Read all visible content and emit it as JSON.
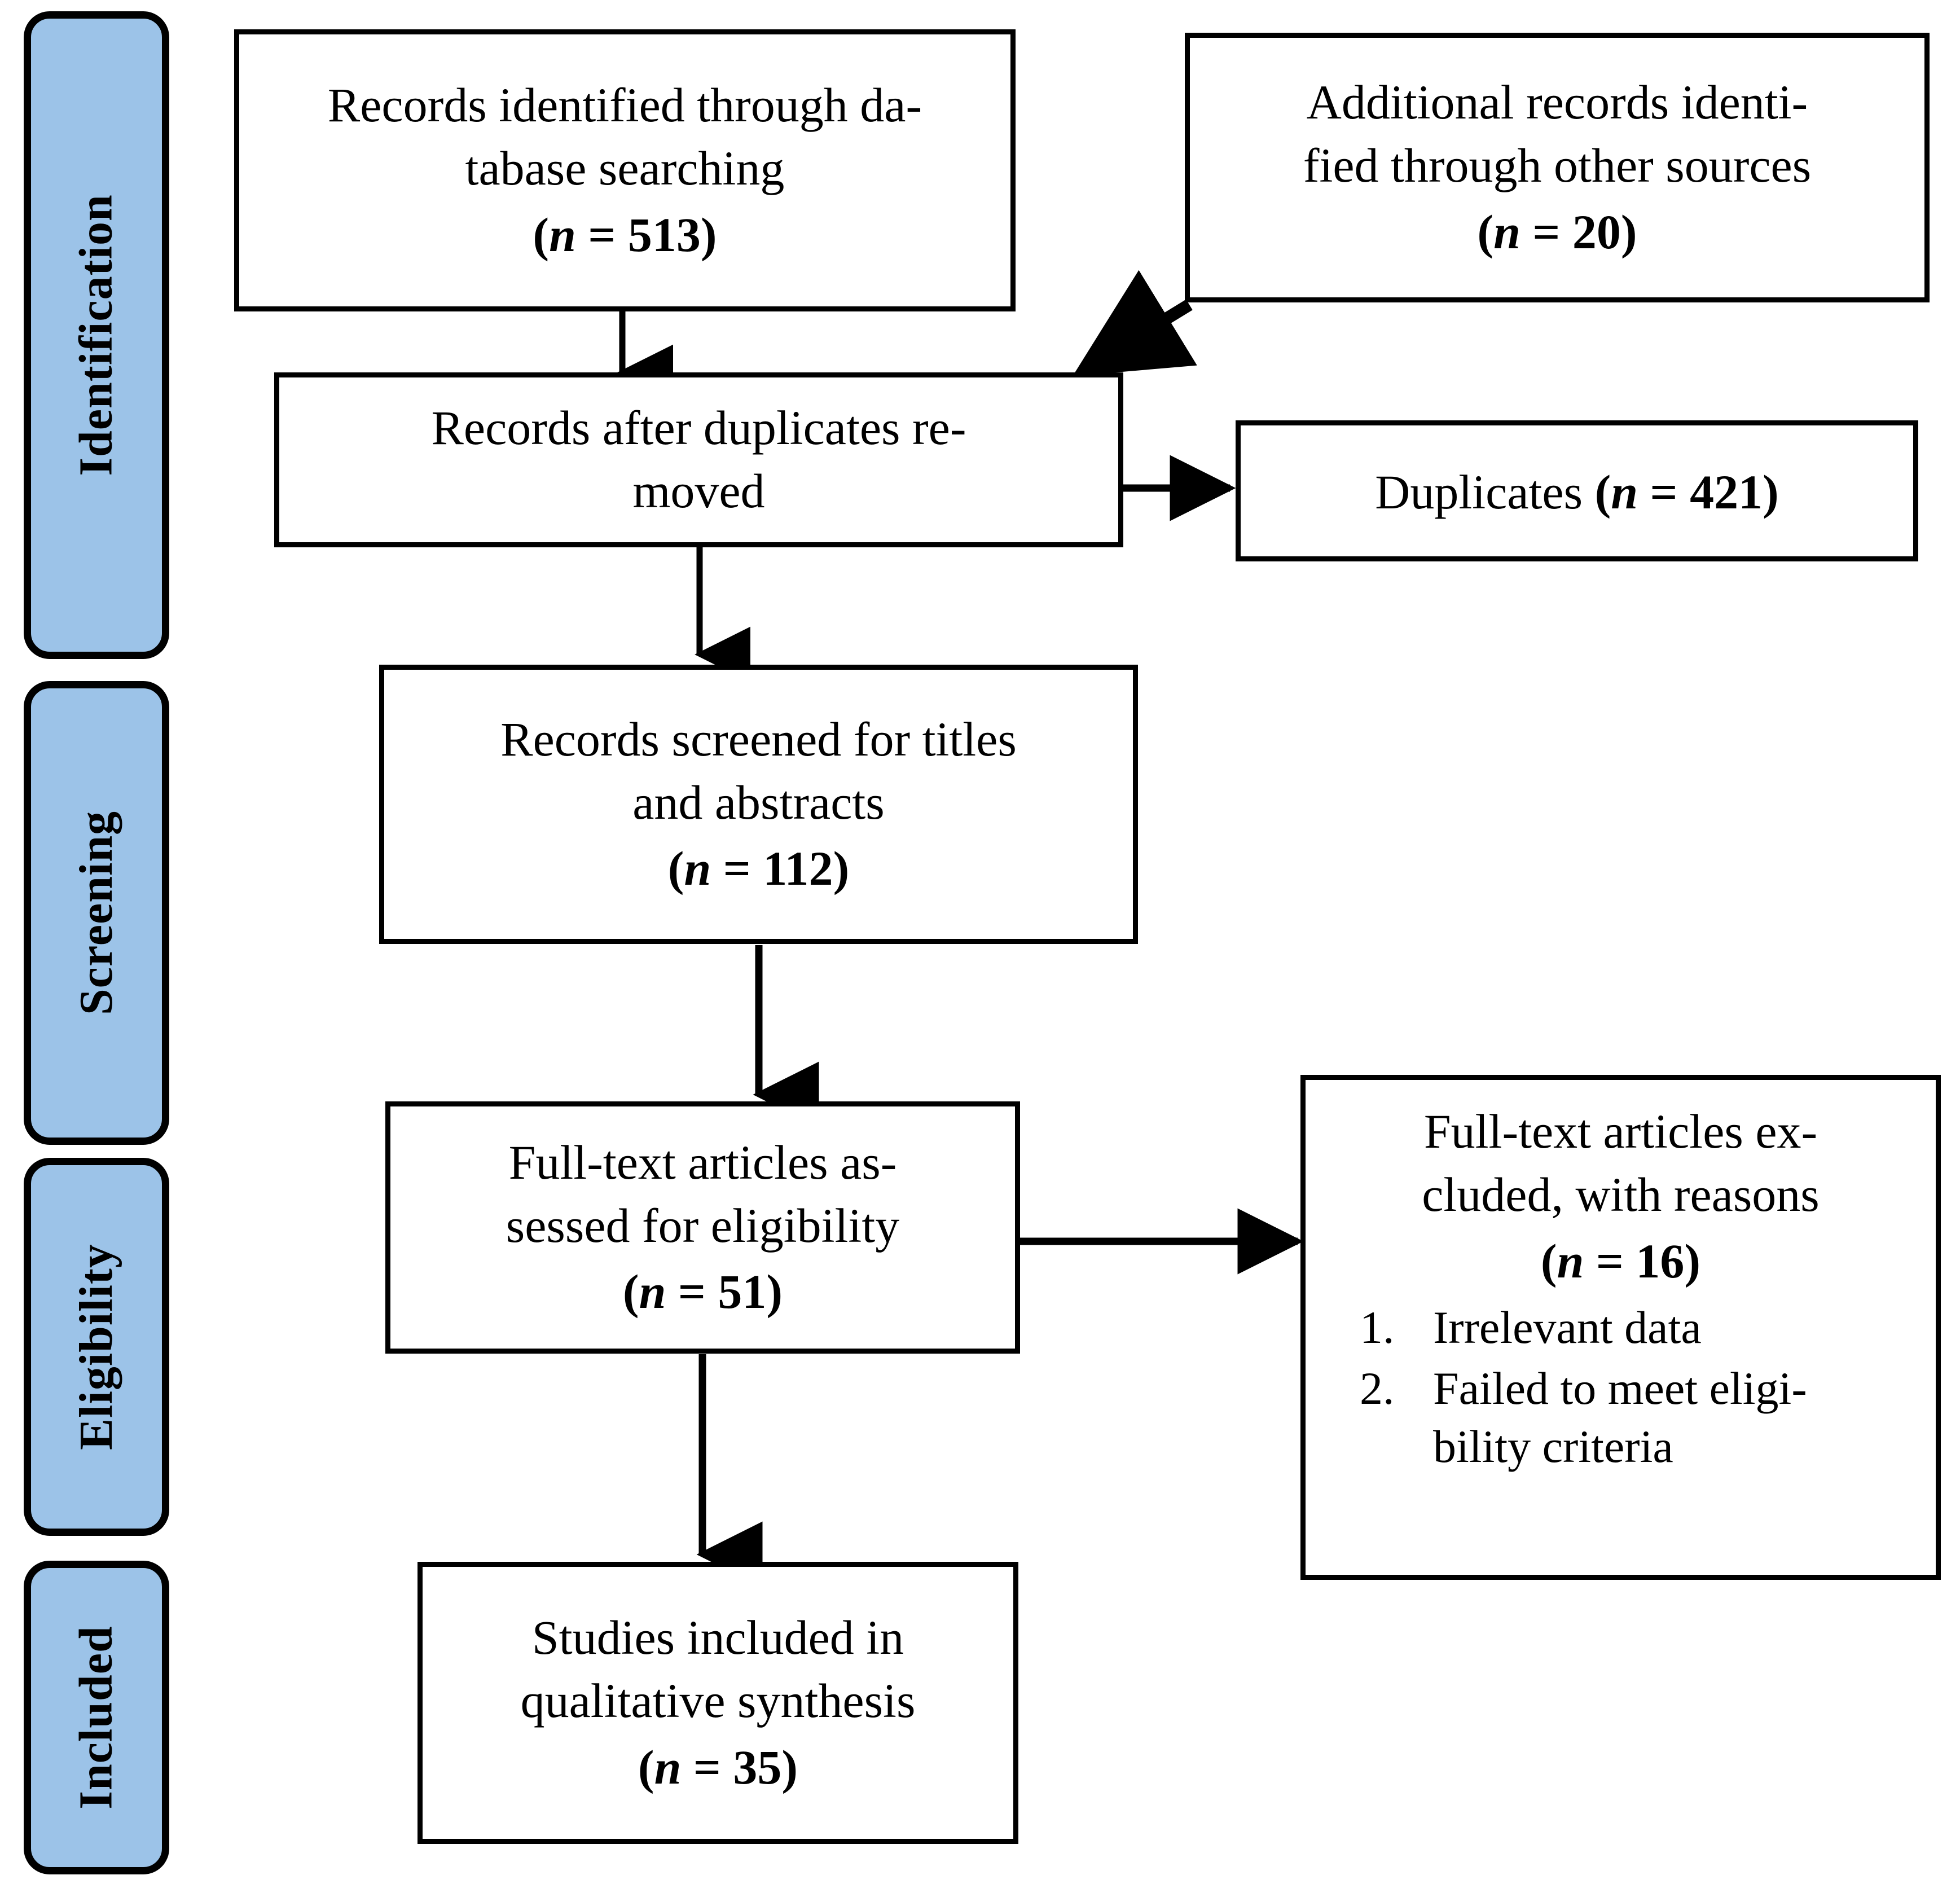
{
  "diagram": {
    "title": "PRISMA flow diagram",
    "accent_color": "#9CC3E8",
    "line_color": "#000000",
    "box_fill": "#FFFFFF"
  },
  "stages": [
    {
      "id": "identification",
      "label": "Identification"
    },
    {
      "id": "screening",
      "label": "Screening"
    },
    {
      "id": "eligibility",
      "label": "Eligibility"
    },
    {
      "id": "included",
      "label": "Included"
    }
  ],
  "boxes": {
    "records_identified": {
      "text": "Records identified through da-\ntabase searching",
      "n_prefix": "(",
      "n_var": "n",
      "n_eq": " = ",
      "n_value": "513",
      "n_suffix": ")",
      "n_full": "(n = 513)"
    },
    "additional_records": {
      "text": "Additional records identi-\nfied through other sources",
      "n_var": "n",
      "n_value": "20",
      "n_full": "(n = 20)"
    },
    "after_duplicates": {
      "text": "Records after duplicates re-\nmoved",
      "n_full": ""
    },
    "duplicates": {
      "text_lead": "Duplicates ",
      "n_var": "n",
      "n_value": "421",
      "n_full": "(n = 421)"
    },
    "records_screened": {
      "text": "Records screened for titles\nand abstracts",
      "n_var": "n",
      "n_value": "112",
      "n_full": "(n = 112)"
    },
    "fulltext_assessed": {
      "text": "Full-text articles as-\nsessed for eligibility",
      "n_var": "n",
      "n_value": "51",
      "n_full": "(n = 51)"
    },
    "fulltext_excluded": {
      "text": "Full-text articles ex-\ncluded, with reasons",
      "n_var": "n",
      "n_value": "16",
      "n_full": "(n = 16)",
      "reasons": [
        {
          "num": "1.",
          "text": "Irrelevant data"
        },
        {
          "num": "2.",
          "text": "Failed to meet eligi-\nbility criteria"
        }
      ]
    },
    "studies_included": {
      "text": "Studies included in\nqualitative synthesis",
      "n_var": "n",
      "n_value": "35",
      "n_full": "(n = 35)"
    }
  }
}
